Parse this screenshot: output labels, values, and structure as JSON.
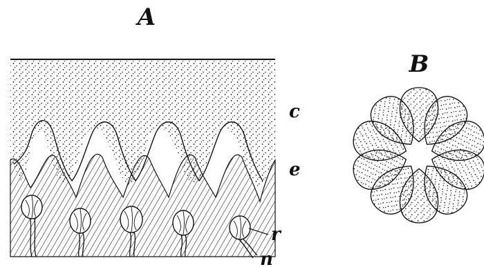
{
  "figure": {
    "panel_a": {
      "title": "A",
      "labels": {
        "cortex": "c",
        "epithelium": "e",
        "receptor": "r",
        "nerve": "n"
      }
    },
    "panel_b": {
      "title": "B"
    },
    "colors": {
      "ink": "#111111",
      "paper": "#ffffff"
    }
  }
}
